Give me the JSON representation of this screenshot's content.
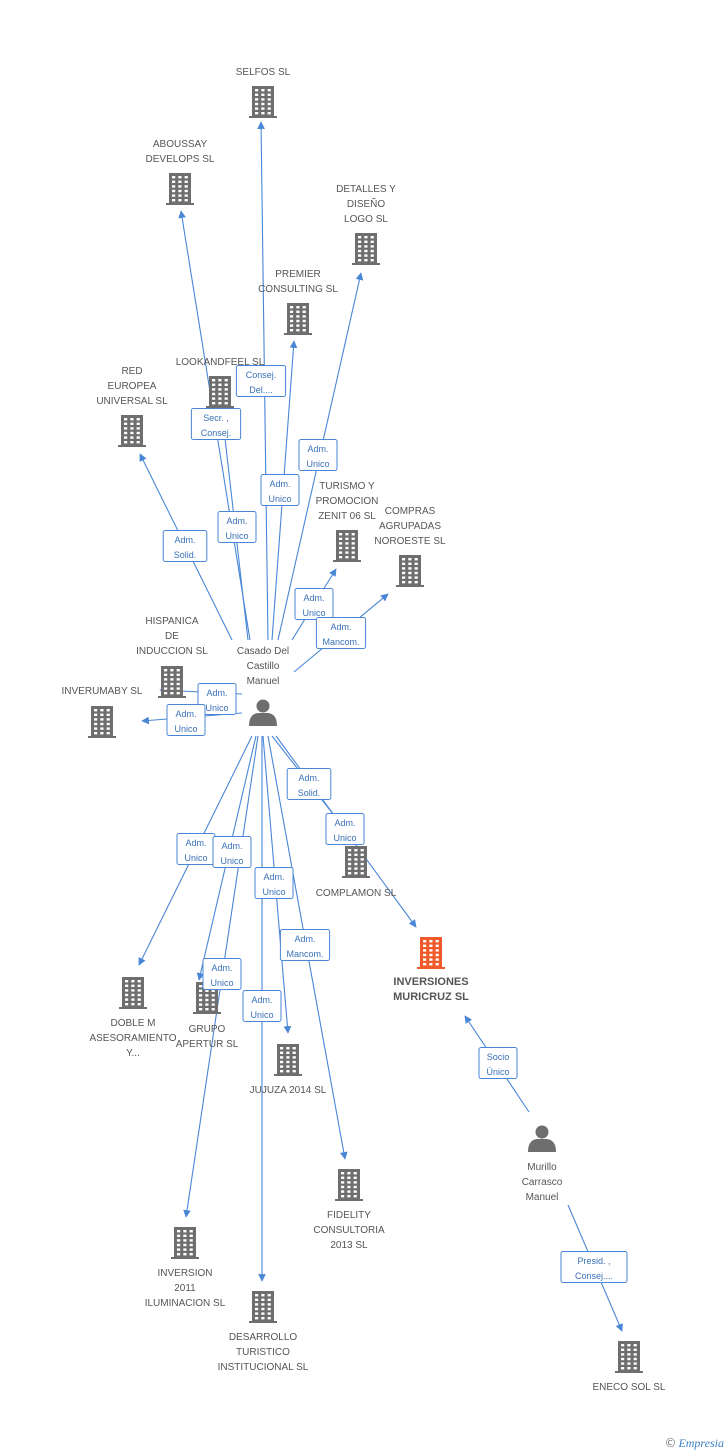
{
  "colors": {
    "edge": "#4a86d6",
    "building": "#6e6e6e",
    "focus_building": "#f05a2a",
    "person": "#6e6e6e"
  },
  "nodes": [
    {
      "id": "selfos",
      "type": "company",
      "lines": [
        "SELFOS SL"
      ]
    },
    {
      "id": "aboussay",
      "type": "company",
      "lines": [
        "ABOUSSAY",
        "DEVELOPS SL"
      ]
    },
    {
      "id": "detalles",
      "type": "company",
      "lines": [
        "DETALLES Y",
        "DISEÑO",
        "LOGO SL"
      ]
    },
    {
      "id": "premier",
      "type": "company",
      "lines": [
        "PREMIER",
        "CONSULTING SL"
      ]
    },
    {
      "id": "lookandfeel",
      "type": "company",
      "lines": [
        "LOOKANDFEEL SL"
      ]
    },
    {
      "id": "red",
      "type": "company",
      "lines": [
        "RED",
        "EUROPEA",
        "UNIVERSAL  SL"
      ]
    },
    {
      "id": "turismo",
      "type": "company",
      "lines": [
        "TURISMO Y",
        "PROMOCION",
        "ZENIT 06 SL"
      ]
    },
    {
      "id": "compras",
      "type": "company",
      "lines": [
        "COMPRAS",
        "AGRUPADAS",
        "NOROESTE  SL"
      ]
    },
    {
      "id": "hispanica",
      "type": "company",
      "lines": [
        "HISPANICA",
        "DE",
        "INDUCCION SL"
      ]
    },
    {
      "id": "inverumaby",
      "type": "company",
      "lines": [
        "INVERUMABY SL"
      ]
    },
    {
      "id": "casado",
      "type": "person",
      "lines": [
        "Casado Del",
        "Castillo",
        "Manuel"
      ]
    },
    {
      "id": "complamon",
      "type": "company",
      "lines": [
        "COMPLAMON SL"
      ]
    },
    {
      "id": "inversiones",
      "type": "focus",
      "lines": [
        "INVERSIONES",
        "MURICRUZ SL"
      ]
    },
    {
      "id": "doblem",
      "type": "company",
      "lines": [
        "DOBLE M",
        "ASESORAMIENTO",
        "Y..."
      ]
    },
    {
      "id": "grupo",
      "type": "company",
      "lines": [
        "GRUPO",
        "APERTUR SL"
      ]
    },
    {
      "id": "jujuza",
      "type": "company",
      "lines": [
        "JUJUZA 2014  SL"
      ]
    },
    {
      "id": "fidelity",
      "type": "company",
      "lines": [
        "FIDELITY",
        "CONSULTORIA",
        "2013  SL"
      ]
    },
    {
      "id": "murillo",
      "type": "person",
      "lines": [
        "Murillo",
        "Carrasco",
        "Manuel"
      ]
    },
    {
      "id": "inversion2011",
      "type": "company",
      "lines": [
        "INVERSION",
        "2011",
        "ILUMINACION SL"
      ]
    },
    {
      "id": "desarrollo",
      "type": "company",
      "lines": [
        "DESARROLLO",
        "TURISTICO",
        "INSTITUCIONAL SL"
      ]
    },
    {
      "id": "eneco",
      "type": "company",
      "lines": [
        "ENECO SOL SL"
      ]
    }
  ],
  "edges": [
    {
      "from": "casado",
      "to": "selfos",
      "role": [
        "Consej.",
        "Del...."
      ]
    },
    {
      "from": "casado",
      "to": "aboussay",
      "role": [
        "Secr. ,",
        "Consej."
      ]
    },
    {
      "from": "casado",
      "to": "detalles",
      "role": [
        "Adm.",
        "Unico"
      ]
    },
    {
      "from": "casado",
      "to": "premier",
      "role": [
        "Adm.",
        "Unico"
      ]
    },
    {
      "from": "casado",
      "to": "lookandfeel",
      "role": [
        "Adm.",
        "Unico"
      ]
    },
    {
      "from": "casado",
      "to": "red",
      "role": [
        "Adm.",
        "Solid."
      ]
    },
    {
      "from": "casado",
      "to": "turismo",
      "role": [
        "Adm.",
        "Unico"
      ]
    },
    {
      "from": "casado",
      "to": "compras",
      "role": [
        "Adm.",
        "Mancom."
      ]
    },
    {
      "from": "casado",
      "to": "hispanica",
      "role": [
        "Adm.",
        "Unico"
      ]
    },
    {
      "from": "casado",
      "to": "inverumaby",
      "role": [
        "Adm.",
        "Unico"
      ]
    },
    {
      "from": "casado",
      "to": "inversiones",
      "role": [
        "Adm.",
        "Solid."
      ]
    },
    {
      "from": "casado",
      "to": "complamon",
      "role": [
        "Adm.",
        "Unico"
      ]
    },
    {
      "from": "casado",
      "to": "doblem",
      "role": [
        "Adm.",
        "Unico"
      ]
    },
    {
      "from": "casado",
      "to": "grupo",
      "role": [
        "Adm.",
        "Unico"
      ]
    },
    {
      "from": "casado",
      "to": "jujuza",
      "role": [
        "Adm.",
        "Unico"
      ]
    },
    {
      "from": "casado",
      "to": "fidelity",
      "role": [
        "Adm.",
        "Mancom."
      ]
    },
    {
      "from": "casado",
      "to": "inversion2011",
      "role": [
        "Adm.",
        "Unico"
      ]
    },
    {
      "from": "casado",
      "to": "desarrollo",
      "role": [
        "Adm.",
        "Unico"
      ]
    },
    {
      "from": "murillo",
      "to": "inversiones",
      "role": [
        "Socio",
        "Único"
      ]
    },
    {
      "from": "murillo",
      "to": "eneco",
      "role": [
        "Presid. ,",
        "Consej...."
      ]
    }
  ],
  "footer": {
    "copyright": "©",
    "brand": "Empresia"
  }
}
